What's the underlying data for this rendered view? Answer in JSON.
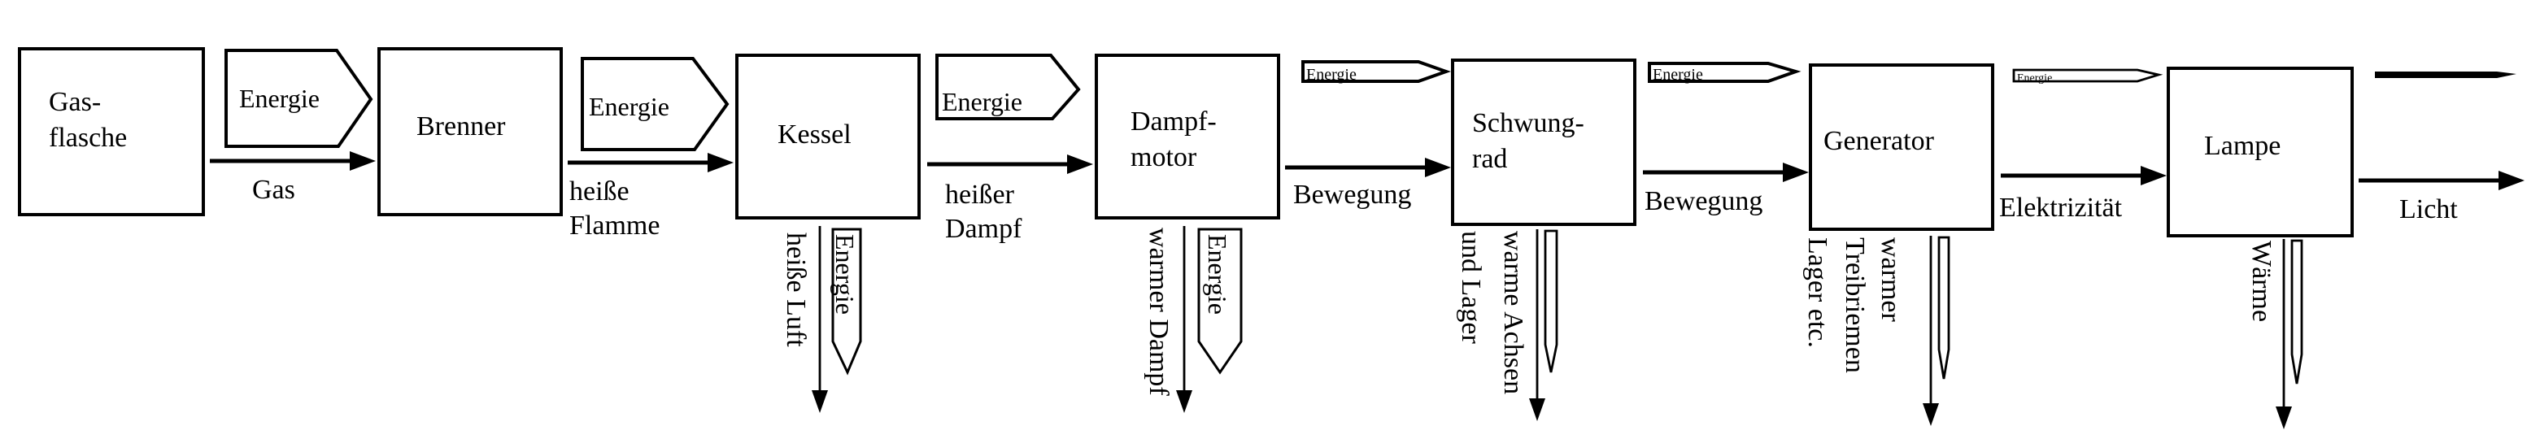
{
  "colors": {
    "stroke": "#000000",
    "background": "#ffffff"
  },
  "nodes": [
    {
      "id": "gasflasche",
      "lines": [
        "Gas-",
        "flasche"
      ]
    },
    {
      "id": "brenner",
      "lines": [
        "Brenner"
      ]
    },
    {
      "id": "kessel",
      "lines": [
        "Kessel"
      ]
    },
    {
      "id": "dampfmotor",
      "lines": [
        "Dampf-",
        "motor"
      ]
    },
    {
      "id": "schwungrad",
      "lines": [
        "Schwung-",
        "rad"
      ]
    },
    {
      "id": "generator",
      "lines": [
        "Generator"
      ]
    },
    {
      "id": "lampe",
      "lines": [
        "Lampe"
      ]
    }
  ],
  "flows": [
    {
      "lines": [
        "Gas"
      ]
    },
    {
      "lines": [
        "heiße",
        "Flamme"
      ]
    },
    {
      "lines": [
        "heißer",
        "Dampf"
      ]
    },
    {
      "lines": [
        "Bewegung"
      ]
    },
    {
      "lines": [
        "Bewegung"
      ]
    },
    {
      "lines": [
        "Elektrizität"
      ]
    },
    {
      "lines": [
        "Licht"
      ]
    }
  ],
  "energy_label": "Energie",
  "losses": [
    {
      "lines": [
        "heiße Luft"
      ],
      "energy_label": "Energie"
    },
    {
      "lines": [
        "warmer Dampf"
      ],
      "energy_label": "Energie"
    },
    {
      "lines": [
        "warme Achsen",
        "und Lager"
      ]
    },
    {
      "lines": [
        "warmer",
        "Treibriemen",
        "Lager etc."
      ]
    },
    {
      "lines": [
        "Wärme"
      ]
    }
  ]
}
